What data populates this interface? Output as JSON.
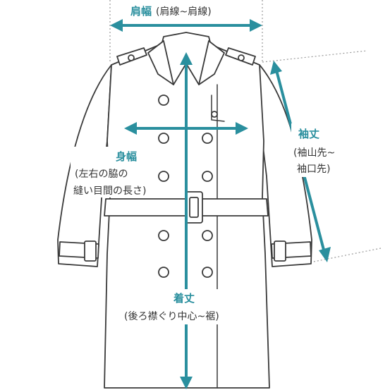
{
  "labels": {
    "shoulder_width": {
      "title": "肩幅",
      "detail": "(肩線~肩線)"
    },
    "sleeve_length": {
      "title": "袖丈",
      "detail_line1": "(袖山先~",
      "detail_line2": "袖口先)"
    },
    "body_width": {
      "title": "身幅",
      "detail_line1": "(左右の脇の",
      "detail_line2": "縫い目間の長さ)"
    },
    "total_length": {
      "title": "着丈",
      "detail": "(後ろ襟ぐり中心~裾)"
    }
  },
  "colors": {
    "accent": "#2a8f9e",
    "line": "#3a3a3a",
    "guide": "#9a9a9a"
  }
}
